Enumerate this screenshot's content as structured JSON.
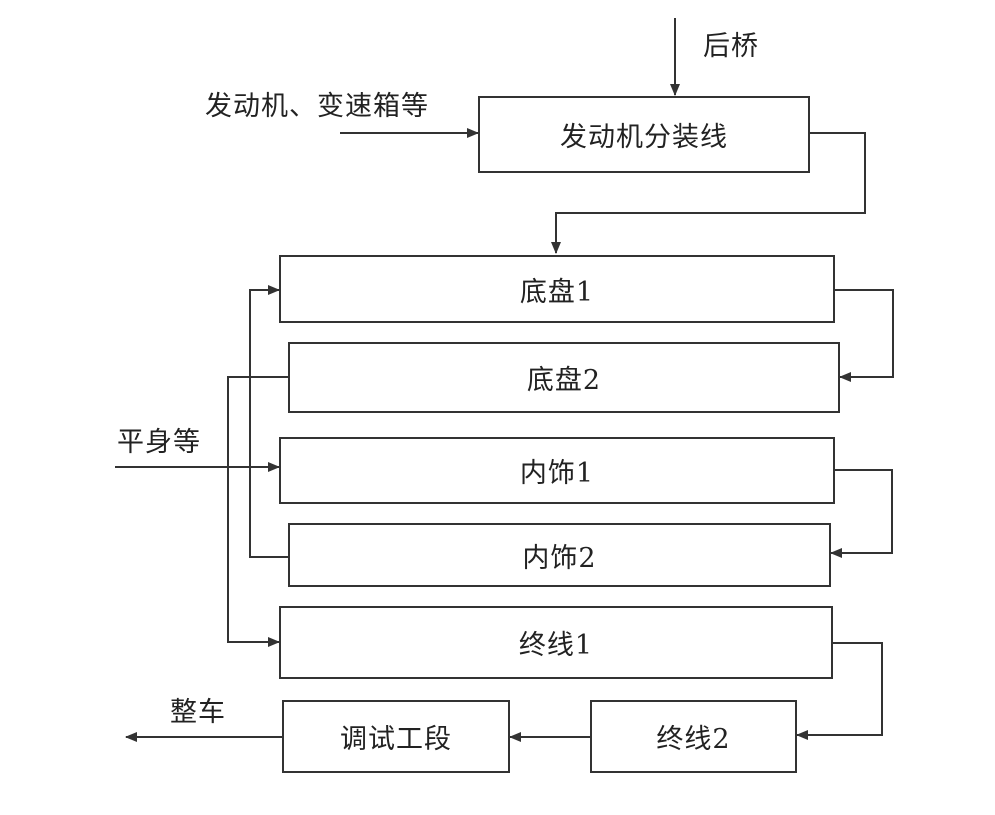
{
  "boxes": {
    "engine_subline": "发动机分装线",
    "chassis_1": "底盘1",
    "chassis_2": "底盘2",
    "trim_1": "内饰1",
    "trim_2": "内饰2",
    "final_1": "终线1",
    "final_2": "终线2",
    "debug": "调试工段"
  },
  "inputs": {
    "rear_axle": "后桥",
    "engine_gearbox": "发动机、变速箱等",
    "body": "平身等"
  },
  "output": {
    "vehicle": "整车"
  },
  "colors": {
    "line": "#333333"
  }
}
